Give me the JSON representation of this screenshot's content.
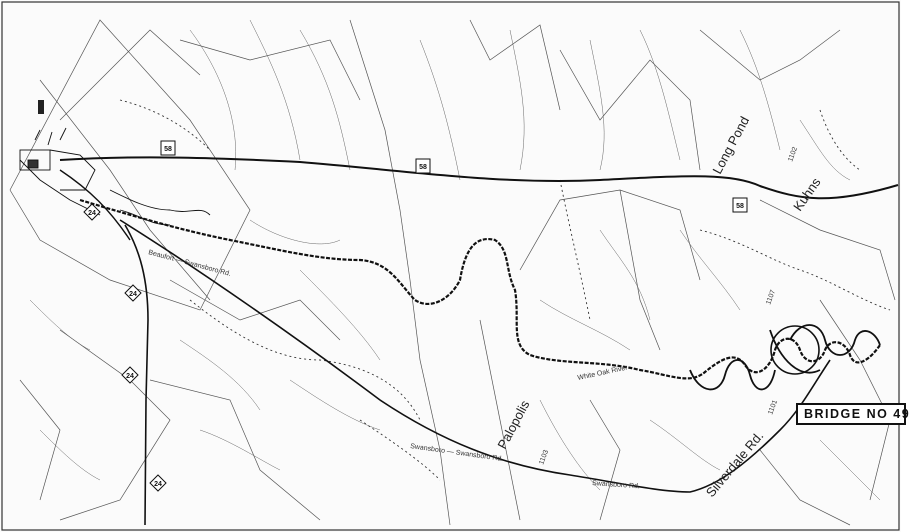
{
  "map": {
    "places": [
      {
        "id": "long-pond",
        "label": "Long Pond"
      },
      {
        "id": "kuhns",
        "label": "Kuhns"
      },
      {
        "id": "palopolis",
        "label": "Palopolis"
      },
      {
        "id": "silverdale",
        "label": "Silverdale Rd."
      }
    ],
    "roads": [
      {
        "id": "sparta-road",
        "label": "Beaufort — Swansboro Rd."
      },
      {
        "id": "south-road",
        "label": "Swansboro — Swansboro Rd."
      },
      {
        "id": "river",
        "label": "White Oak River"
      },
      {
        "id": "lower-road",
        "label": "Swansboro Rd."
      }
    ],
    "route_shields": [
      {
        "id": "shield-1",
        "label": "58"
      },
      {
        "id": "shield-2",
        "label": "58"
      },
      {
        "id": "shield-3",
        "label": "58"
      },
      {
        "id": "shield-4",
        "label": "24"
      },
      {
        "id": "shield-5",
        "label": "24"
      },
      {
        "id": "shield-6",
        "label": "24"
      },
      {
        "id": "shield-7",
        "label": "24"
      }
    ],
    "small_numbers": [
      "1103",
      "1101",
      "1102",
      "1107"
    ],
    "bridge_label": "BRIDGE NO 49",
    "colors": {
      "ink": "#1a1a1a",
      "paper": "#fbfbfb"
    }
  }
}
